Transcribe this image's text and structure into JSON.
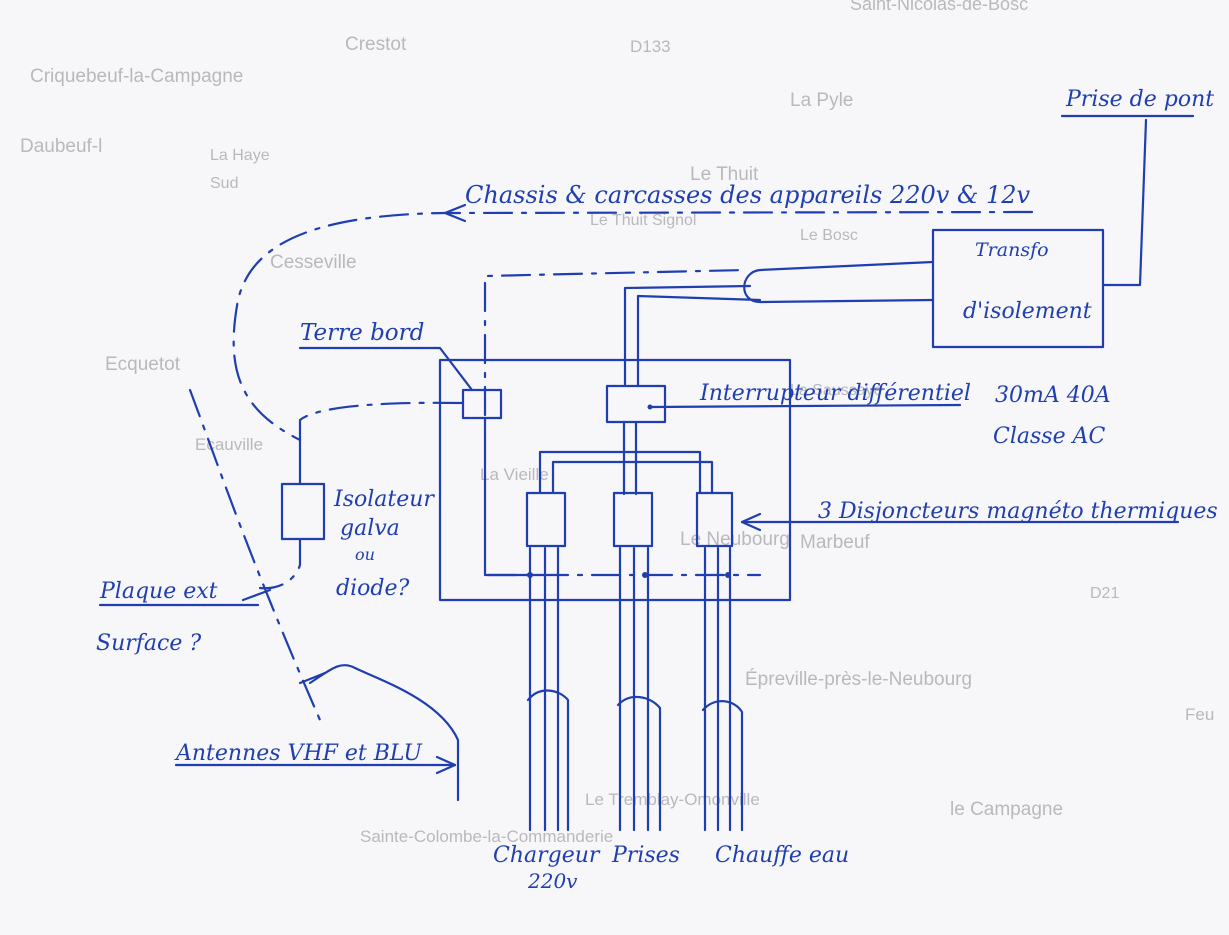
{
  "colors": {
    "ink": "#1f3fb0",
    "paper": "#f7f6f9",
    "map_text": "#b9b9bd"
  },
  "labels": {
    "prise_de_pont": "Prise de pont",
    "chassis": "Chassis & carcasses des appareils 220v & 12v",
    "transfo_line1": "Transfo",
    "transfo_line2": "d'isolement",
    "terre_bord": "Terre bord",
    "interrupteur": "Interrupteur différentiel",
    "rating_30ma": "30mA 40A",
    "classe_ac": "Classe AC",
    "isolateur_line1": "Isolateur",
    "isolateur_line2": "galva",
    "isolateur_line3": "ou",
    "isolateur_line4": "diode?",
    "disjoncteurs": "3 Disjoncteurs magnéto thermiques",
    "plaque": "Plaque ext",
    "surface": "Surface ?",
    "antennes": "Antennes VHF et BLU",
    "chargeur": "Chargeur",
    "chargeur_v": "220v",
    "prises": "Prises",
    "chauffe_eau": "Chauffe eau"
  },
  "background_map": [
    "Saint-Nicolas-de-Bosc",
    "D133",
    "Crestot",
    "Criquebeuf-la-Campagne",
    "La Pyle",
    "Daubeuf-l",
    "La Haye",
    "Le Thuit",
    "Le Thuit Signol",
    "Cesseville",
    "Le Bosc",
    "Sud",
    "Ecquetot",
    "Ecauville",
    "La Saussaye",
    "D21",
    "Marbeuf",
    "Le Neubourg",
    "Épreville-près-le-Neubourg",
    "La Vieille",
    "Feu",
    "le Campagne",
    "Le Tremblay-Omonville",
    "Sainte-Colombe-la-Commanderie"
  ]
}
